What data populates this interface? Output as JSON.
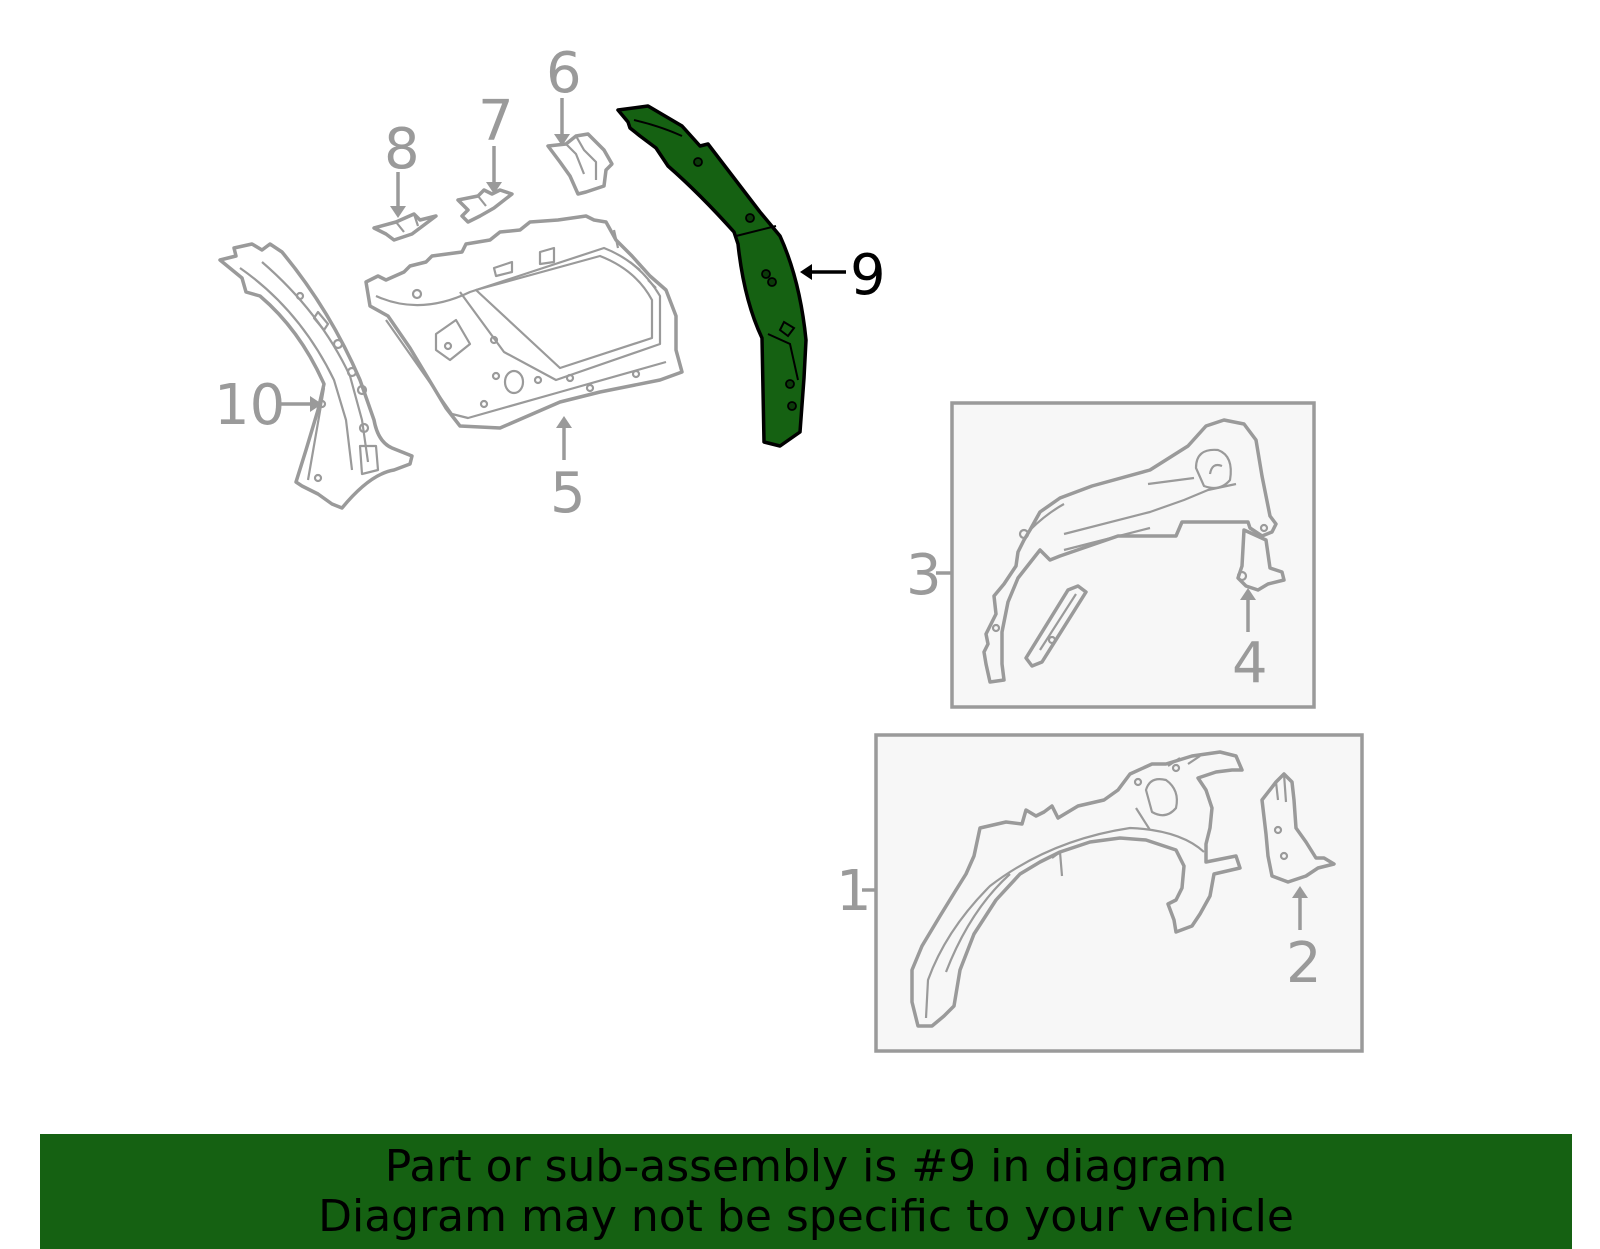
{
  "callouts": {
    "c1": "1",
    "c2": "2",
    "c3": "3",
    "c4": "4",
    "c5": "5",
    "c6": "6",
    "c7": "7",
    "c8": "8",
    "c9": "9",
    "c10": "10"
  },
  "highlighted_part": "9",
  "colors": {
    "highlight_fill": "#156112",
    "outline": "#9a9a9a",
    "banner_bg": "#156112"
  },
  "banner": {
    "line1": "Part or sub-assembly is #9 in diagram",
    "line2": "Diagram may not be specific to your vehicle"
  }
}
